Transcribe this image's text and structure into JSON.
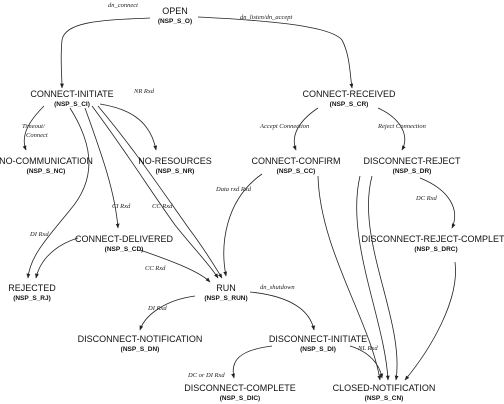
{
  "states": {
    "open": {
      "name": "OPEN",
      "code": "(NSP_S_O)"
    },
    "connect_initiate": {
      "name": "CONNECT-INITIATE",
      "code": "(NSP_S_CI)"
    },
    "connect_received": {
      "name": "CONNECT-RECEIVED",
      "code": "(NSP_S_CR)"
    },
    "no_communication": {
      "name": "NO-COMMUNICATION",
      "code": "(NSP_S_NC)"
    },
    "no_resources": {
      "name": "NO-RESOURCES",
      "code": "(NSP_S_NR)"
    },
    "connect_confirm": {
      "name": "CONNECT-CONFIRM",
      "code": "(NSP_S_CC)"
    },
    "disconnect_reject": {
      "name": "DISCONNECT-REJECT",
      "code": "(NSP_S_DR)"
    },
    "connect_delivered": {
      "name": "CONNECT-DELIVERED",
      "code": "(NSP_S_CD)"
    },
    "disconnect_reject_complete": {
      "name": "DISCONNECT-REJECT-COMPLETE",
      "code": "(NSP_S_DRC)"
    },
    "rejected": {
      "name": "REJECTED",
      "code": "(NSP_S_RJ)"
    },
    "run": {
      "name": "RUN",
      "code": "(NSP_S_RUN)"
    },
    "disconnect_notification": {
      "name": "DISCONNECT-NOTIFICATION",
      "code": "(NSP_S_DN)"
    },
    "disconnect_initiate": {
      "name": "DISCONNECT-INITIATE",
      "code": "(NSP_S_DI)"
    },
    "disconnect_complete": {
      "name": "DISCONNECT-COMPLETE",
      "code": "(NSP_S_DIC)"
    },
    "closed_notification": {
      "name": "CLOSED-NOTIFICATION",
      "code": "(NSP_S_CN)"
    }
  },
  "edges": {
    "dn_connect": "dn_connect",
    "dn_listen_accept": "dn_listen/dn_accept",
    "nr_rxd": "NR Rxd",
    "timeout_connect": "Timeout/\nConnect",
    "accept_connection": "Accept Connection",
    "reject_connection": "Reject Connection",
    "data_rxd": "Data rxd Rxd",
    "ci_rxd": "CI Rxd",
    "cc_rxd_1": "CC Rxd",
    "di_rxd_1": "DI Rxd",
    "dc_rxd": "DC Rxd",
    "cc_rxd_2": "CC Rxd",
    "dn_shutdown": "dn_shutdown",
    "di_rxd_2": "DI Rxd",
    "dc_or_di_rxd": "DC or DI Rxd",
    "nl_rxd": "NL Rxd"
  }
}
